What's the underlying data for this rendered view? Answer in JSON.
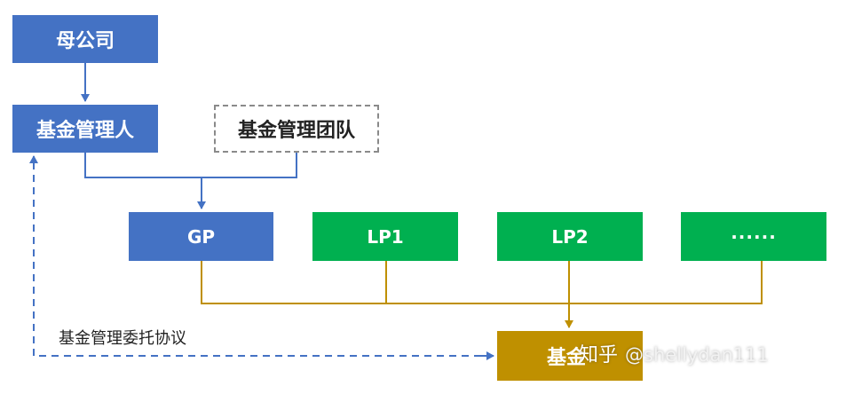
{
  "nodes": {
    "parent_company": "母公司",
    "fund_manager": "基金管理人",
    "management_team": "基金管理团队",
    "gp": "GP",
    "lp1": "LP1",
    "lp2": "LP2",
    "more": "······",
    "fund": "基金"
  },
  "edge_labels": {
    "management_agreement": "基金管理委托协议"
  },
  "watermark": {
    "brand": "知乎",
    "handle": "@shellydan111"
  },
  "colors": {
    "blue": "#4472c4",
    "green": "#00b050",
    "gold": "#bf9000",
    "dashed_border": "#8a8a8a"
  }
}
